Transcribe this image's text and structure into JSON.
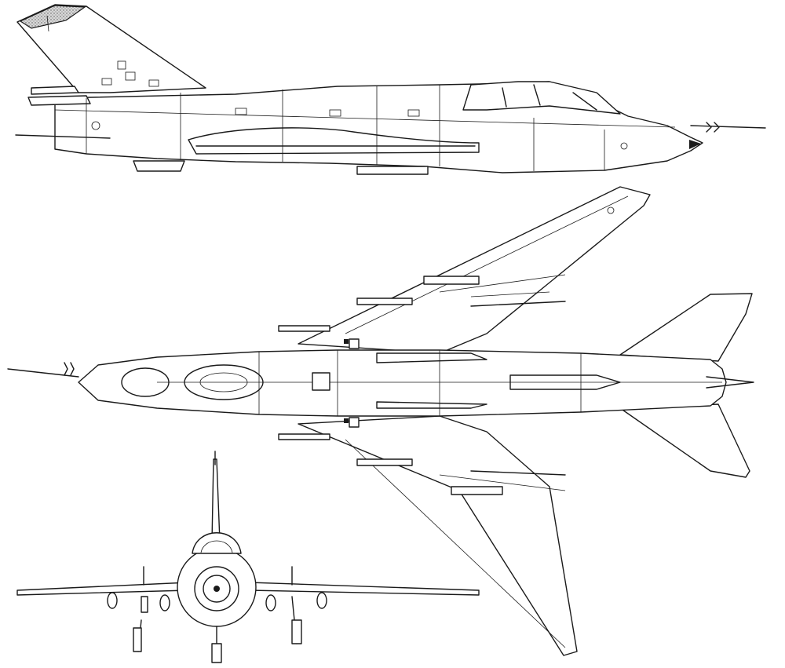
{
  "drawing": {
    "views": [
      {
        "name": "side-view"
      },
      {
        "name": "top-view"
      },
      {
        "name": "front-view"
      }
    ],
    "line_color": "#1a1a1a",
    "background": "#ffffff"
  }
}
